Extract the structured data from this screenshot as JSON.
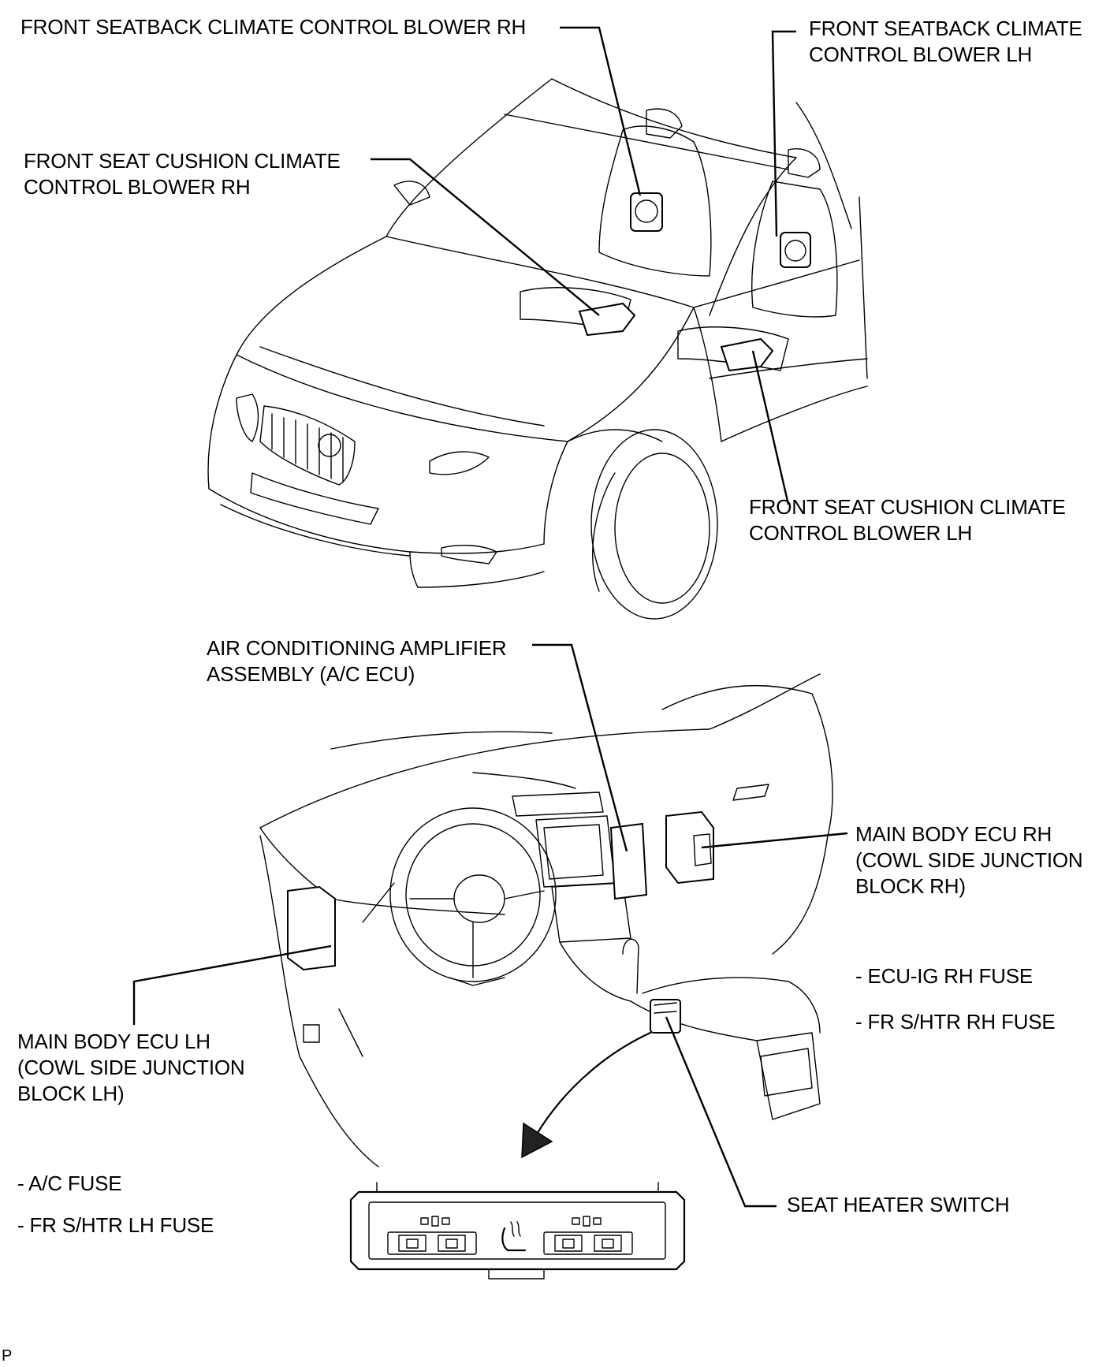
{
  "labels": {
    "seatback_blower_rh": [
      "FRONT SEATBACK CLIMATE CONTROL BLOWER RH"
    ],
    "seatback_blower_lh": [
      "FRONT SEATBACK CLIMATE",
      "CONTROL BLOWER LH"
    ],
    "cushion_blower_rh": [
      "FRONT SEAT CUSHION CLIMATE",
      "CONTROL BLOWER RH"
    ],
    "cushion_blower_lh": [
      "FRONT SEAT CUSHION CLIMATE",
      "CONTROL BLOWER LH"
    ],
    "ac_amplifier": [
      "AIR CONDITIONING AMPLIFIER",
      "ASSEMBLY (A/C ECU)"
    ],
    "main_body_ecu_rh": [
      "MAIN BODY ECU RH",
      "(COWL SIDE JUNCTION",
      "BLOCK RH)"
    ],
    "ecu_ig_rh_fuse": [
      "- ECU-IG RH FUSE"
    ],
    "fr_shtr_rh_fuse": [
      "- FR S/HTR RH FUSE"
    ],
    "main_body_ecu_lh": [
      "MAIN BODY ECU LH",
      "(COWL SIDE JUNCTION",
      "BLOCK LH)"
    ],
    "ac_fuse": [
      "- A/C FUSE"
    ],
    "fr_shtr_lh_fuse": [
      "- FR S/HTR LH FUSE"
    ],
    "seat_heater_switch": [
      "SEAT HEATER SWITCH"
    ]
  },
  "page_code": "P"
}
